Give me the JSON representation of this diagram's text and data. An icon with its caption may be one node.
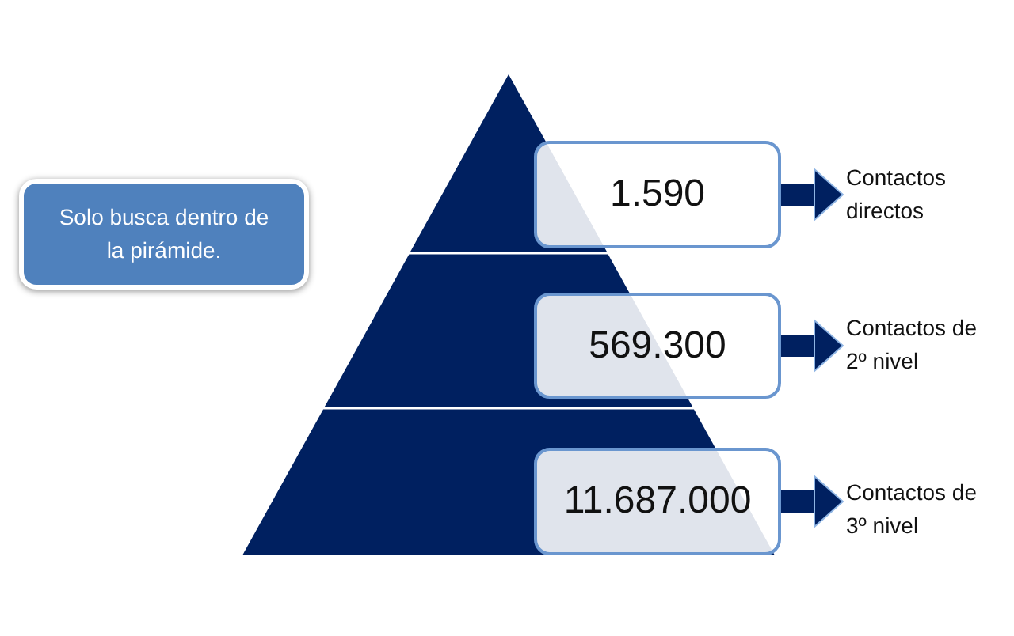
{
  "diagram": {
    "nodes": [
      {
        "text": [
          "Solo busca dentro de la pirámide."
        ]
      },
      {
        "text": [
          "1.590"
        ]
      },
      {
        "text": [
          "Contactos directos"
        ]
      },
      {
        "text": [
          "569.300"
        ]
      },
      {
        "text": [
          "Contactos de 2º nivel"
        ]
      },
      {
        "text": [
          "11.687.000"
        ]
      },
      {
        "text": [
          "Contactos de 3º nivel"
        ]
      }
    ],
    "edges": [
      {
        "from": 1,
        "to": 2,
        "arrow": "to"
      },
      {
        "from": 3,
        "to": 4,
        "arrow": "to"
      },
      {
        "from": 5,
        "to": 6,
        "arrow": "to"
      }
    ]
  }
}
